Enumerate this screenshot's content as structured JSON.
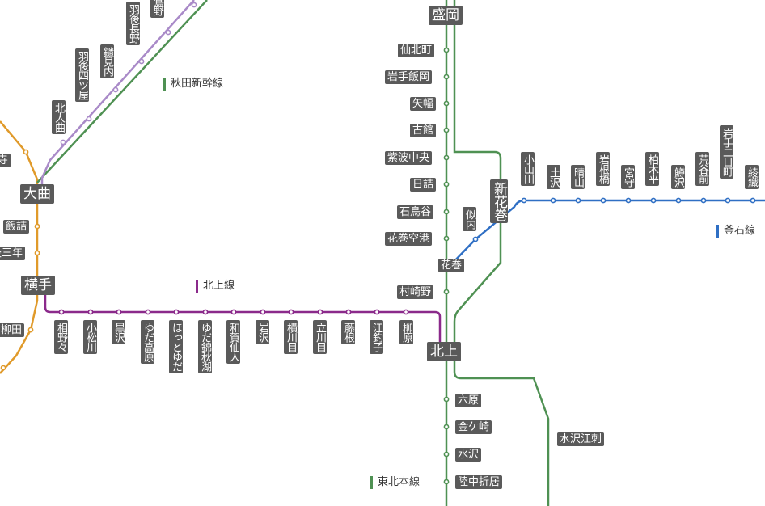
{
  "colors": {
    "tohoku": "#4f9153",
    "kitakami": "#8b2a8b",
    "kamaishi": "#2f6fc4",
    "akita_shinkansen": "#4f9153",
    "ou_mauve": "#a98ac8",
    "orange": "#e09a2a",
    "label_bg": "#5a5a5a"
  },
  "legends": {
    "akita": "秋田新幹線",
    "kitakami": "北上線",
    "kamaishi": "釜石線",
    "tohoku": "東北本線"
  },
  "stations": {
    "morioka": "盛岡",
    "senbokucho": "仙北町",
    "iwateiioka": "岩手飯岡",
    "yahaba": "矢幅",
    "furudate": "古館",
    "shibachuo": "紫波中央",
    "hizume": "日詰",
    "ishidoriya": "石鳥谷",
    "hanamaki_airport": "花巻空港",
    "hanamaki": "花巻",
    "murasakino": "村崎野",
    "kitakami": "北上",
    "rokuhara": "六原",
    "kanegasaki": "金ケ崎",
    "mizusawa": "水沢",
    "rikuchu_orii": "陸中折居",
    "mizusawa_esashi": "水沢江刺",
    "shin_hanamaki": "新花巻",
    "nitanai": "似内",
    "koyamada": "小山田",
    "tsuchizawa": "土沢",
    "hareyama": "晴山",
    "iwanehashi": "岩根橋",
    "miyamori": "宮守",
    "kashiwagidaira": "柏木平",
    "kosawa": "鱒沢",
    "aratozen": "荒谷前",
    "iwate_futsukamachi": "岩手二日町",
    "ayaori": "綾織",
    "omagari": "大曲",
    "iizume": "飯詰",
    "gosannen": "後三年",
    "yokote": "横手",
    "yanagita": "柳田",
    "aino": "相野々",
    "komatsugawa": "小松川",
    "kurosawa": "黒沢",
    "yudakogen": "ゆだ高原",
    "hottoyuda": "ほっとゆだ",
    "yudanishikiaki": "ゆだ錦秋湖",
    "wagasennin": "和賀仙人",
    "iwasawa": "岩沢",
    "yokokawame": "横川目",
    "tachikawame": "立川目",
    "fujine": "藤根",
    "ezurishi": "江釣子",
    "yanagihara": "柳原",
    "kitaomagari": "北大曲",
    "ugoyotsuya": "羽後四ツ屋",
    "kagiminai": "鑓見内",
    "ugonagano": "羽後長野",
    "uguisuno": "鶯野",
    "partial_left_top": "寺"
  }
}
